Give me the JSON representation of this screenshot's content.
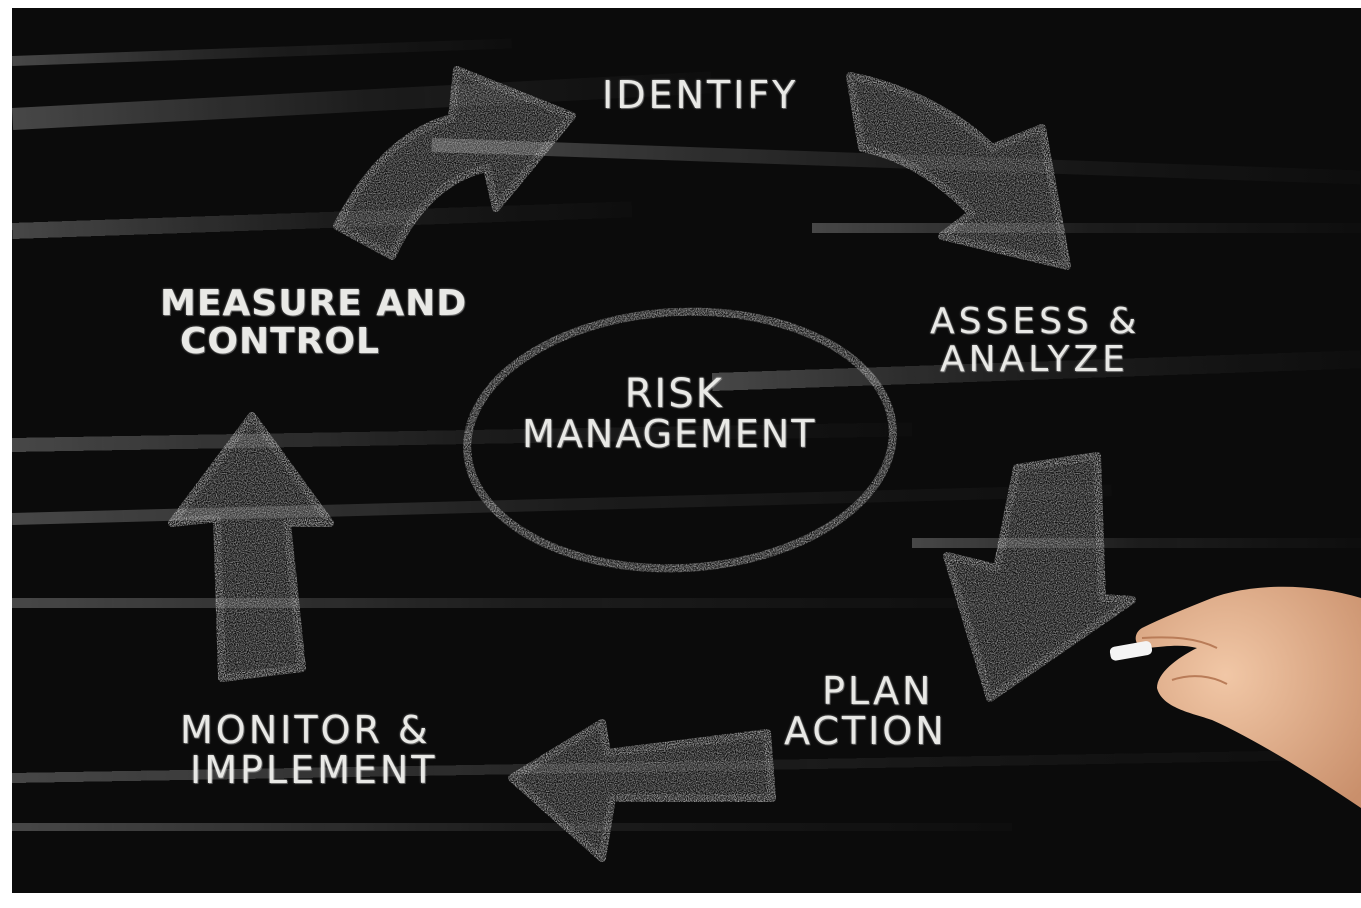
{
  "image": {
    "center": {
      "line1": "RISK",
      "line2": "MANAGEMENT"
    },
    "steps": {
      "identify": "IDENTIFY",
      "assess": {
        "line1": "ASSESS &",
        "line2": "ANALYZE"
      },
      "plan": {
        "line1": "PLAN",
        "line2": "ACTION"
      },
      "monitor": {
        "line1": "MONITOR &",
        "line2": "IMPLEMENT"
      },
      "measure": {
        "line1": "MEASURE AND",
        "line2": "CONTROL"
      }
    }
  }
}
